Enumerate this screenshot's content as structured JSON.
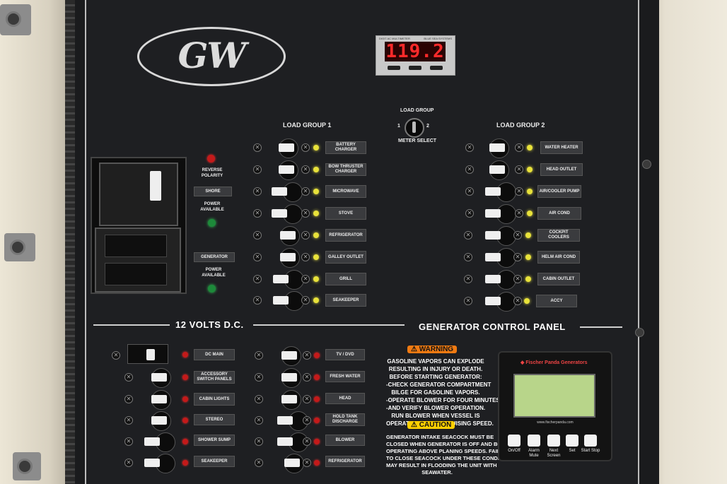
{
  "logo": {
    "text": "GW"
  },
  "meter": {
    "reading": "119.2",
    "header_left": "DIGIT AC MULTIMETER",
    "header_right": "BLUE SEA SYSTEMS"
  },
  "labels": {
    "load_group_1": "LOAD GROUP 1",
    "load_group_2": "LOAD GROUP 2",
    "load_group_switch": "LOAD GROUP",
    "switch_1": "1",
    "switch_2": "2",
    "meter_select": "METER SELECT",
    "reverse_polarity": "REVERSE POLARITY",
    "shore": "SHORE",
    "power_available": "POWER AVAILABLE",
    "generator": "GENERATOR",
    "volts_dc": "12 VOLTS D.C.",
    "gen_control_panel": "GENERATOR CONTROL PANEL"
  },
  "load_group_1": [
    "BATTERY CHARGER",
    "BOW THRUSTER CHARGER",
    "MICROWAVE",
    "STOVE",
    "REFRIGERATOR",
    "GALLEY OUTLET",
    "GRILL",
    "SEAKEEPER"
  ],
  "load_group_2": [
    "WATER HEATER",
    "HEAD OUTLET",
    "AIR/COOLER PUMP",
    "AIR COND",
    "COCKPIT COOLERS",
    "HELM AIR COND",
    "CABIN OUTLET",
    "ACCY"
  ],
  "dc_left": [
    "DC MAIN",
    "ACCESSORY SWITCH PANELS",
    "CABIN LIGHTS",
    "STEREO",
    "SHOWER SUMP",
    "SEAKEEPER"
  ],
  "dc_right": [
    "TV / DVD",
    "FRESH WATER",
    "HEAD",
    "HOLD TANK DISCHARGE",
    "BLOWER",
    "REFRIGERATOR"
  ],
  "warning": {
    "badge": "WARNING",
    "lines": [
      "GASOLINE VAPORS CAN EXPLODE",
      "RESULTING IN INJURY OR DEATH.",
      "BEFORE STARTING GENERATOR:",
      "-CHECK GENERATOR COMPARTMENT",
      "BILGE FOR GASOLINE VAPORS.",
      "-OPERATE BLOWER FOR FOUR MINUTES,",
      "-AND VERIFY BLOWER OPERATION.",
      "RUN BLOWER WHEN VESSEL IS",
      "OPERATING BELOW CRUISING SPEED."
    ]
  },
  "caution": {
    "badge": "CAUTION",
    "lines": [
      "GENERATOR INTAKE SEACOCK MUST BE",
      "CLOSED WHEN GENERATOR IS OFF AND BOAT IS",
      "OPERATING ABOVE PLANING SPEEDS. FAILURE",
      "TO CLOSE SEACOCK UNDER THESE CONDITIONS",
      "MAY RESULT IN FLOODING THE UNIT WITH",
      "SEAWATER."
    ]
  },
  "generator_panel": {
    "brand": "Fischer Panda Generators",
    "url": "www.fischerpanda.com",
    "keys": [
      "On/Off",
      "Alarm Mute",
      "Next Screen",
      "Set",
      "Start Stop"
    ]
  },
  "colors": {
    "panel": "#1e1f22",
    "led_yellow": "#e8e23a",
    "led_red": "#c41a1a",
    "led_green": "#1d8a3a",
    "meter_red": "#ff2a2a"
  }
}
